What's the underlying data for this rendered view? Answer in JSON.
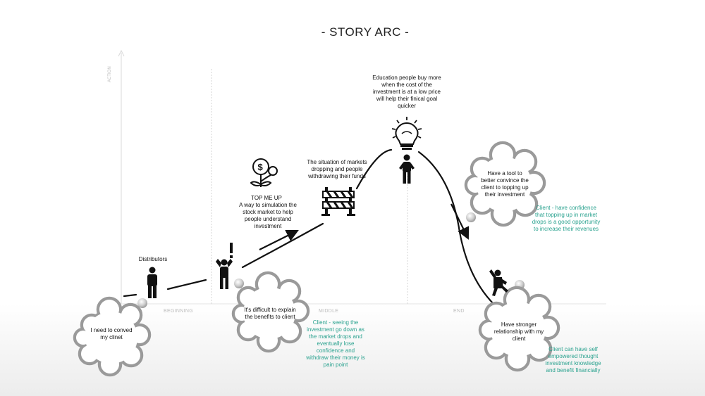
{
  "title": "- STORY ARC -",
  "axis_label": "ACTION",
  "phases": [
    "BEGINNING",
    "MIDDLE",
    "END"
  ],
  "labels": {
    "distributors": "Distributors",
    "top_me_up_title": "TOP ME UP",
    "top_me_up_desc": "A way to simulation the stock market to help people understand investment",
    "markets_dropping": "The situation of markets dropping and people withdrawing their funds",
    "education": "Education people buy more when the cost of the investment is at a low price will help their finical goal quicker"
  },
  "clouds": {
    "convince": "I need to conved my clinet",
    "difficult": "It's difficult to explain the benefits to client",
    "tool": "Have a tool to better convince the client to topping up their investment",
    "relationship": "Have stronger relationship  with my client"
  },
  "notes": {
    "client_seeing": "Client - seeing the investment go down as the market drops and eventually lose confidence and withdraw their money is pain point",
    "client_confidence": "Client - have confidence that topping up in market drops is a good opportunity to increase their revenues",
    "client_self": "Client can have self empowered thought investment knowledge and benefit financially"
  },
  "colors": {
    "accent_teal": "#2aa28f",
    "line": "#111111",
    "guide": "#d9d9d9"
  },
  "icons": [
    "person-icon",
    "person-worried-icon",
    "exclamation-icon",
    "money-plant-icon",
    "road-barrier-icon",
    "lightbulb-icon",
    "person-celebrating-icon",
    "arrow-icon"
  ]
}
